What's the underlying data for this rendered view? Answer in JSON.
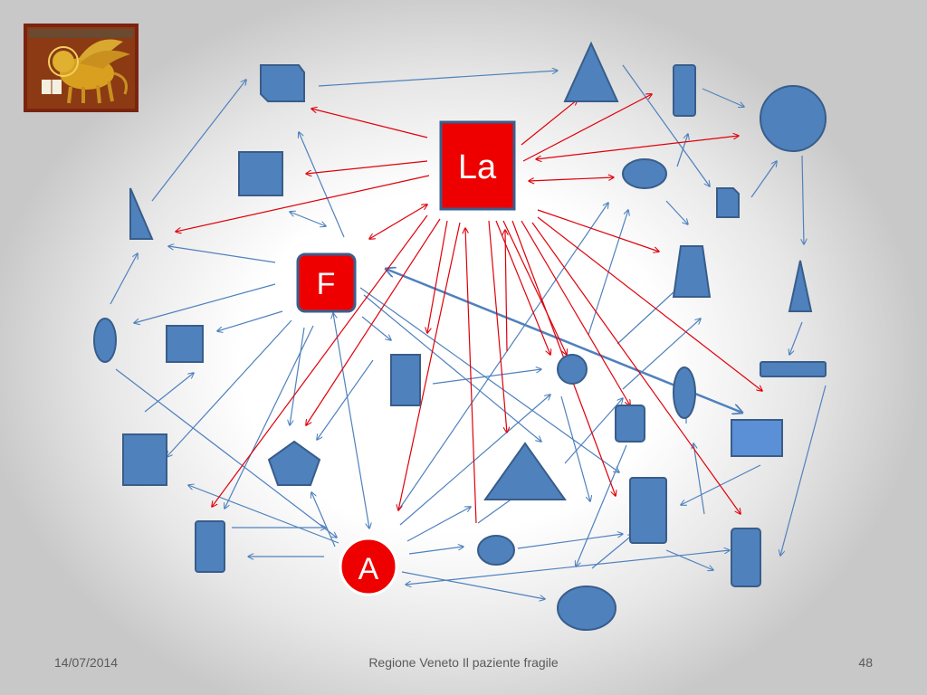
{
  "diagram": {
    "nodes": {
      "la": "La",
      "f": "F",
      "a": "A"
    }
  },
  "footer": {
    "date": "14/07/2014",
    "title": "Regione Veneto Il paziente fragile",
    "page": "48"
  },
  "colors": {
    "shape_fill": "#4f81bd",
    "shape_stroke": "#385d8a",
    "arrow_blue": "#4f81bd",
    "arrow_red": "#e0000a",
    "node_red": "#ee0000"
  }
}
